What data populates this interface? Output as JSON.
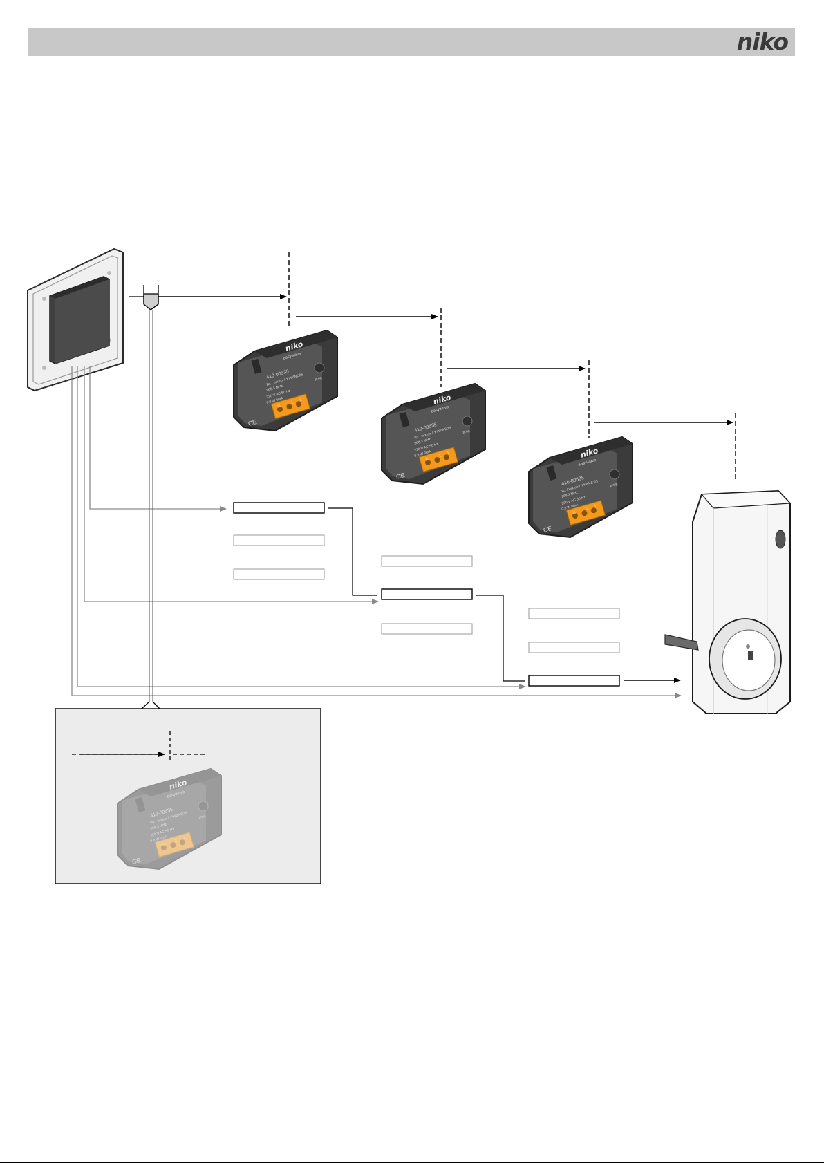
{
  "brand": {
    "logo_text": "niko",
    "colors": {
      "header_bar": "#c8c8c8",
      "module_body": "#4a4a4a",
      "terminal_block": "#f39a1e",
      "socket_body": "#f6f6f6"
    }
  },
  "module": {
    "logo": "niko",
    "sub_brand": "easywave",
    "part_number": "410-00535",
    "line_rxtx": "Rx / xxxxxx / YYWWD25",
    "line_freq": "868.3 MHz",
    "line_voltage": "230 V AC  50 Hz",
    "line_power": "0.8 W  6mA",
    "prog_label": "prog.",
    "ce_mark": "CE",
    "terminal_n": "N",
    "terminal_l1": "L",
    "terminal_l2": "L"
  },
  "callout_boxes": [
    {
      "id": "m1-a",
      "active": true
    },
    {
      "id": "m1-b",
      "active": false
    },
    {
      "id": "m1-c",
      "active": false
    },
    {
      "id": "m2-a",
      "active": false
    },
    {
      "id": "m2-b",
      "active": true
    },
    {
      "id": "m2-c",
      "active": false
    },
    {
      "id": "m3-a",
      "active": false
    },
    {
      "id": "m3-b",
      "active": false
    },
    {
      "id": "m3-c",
      "active": true
    }
  ]
}
